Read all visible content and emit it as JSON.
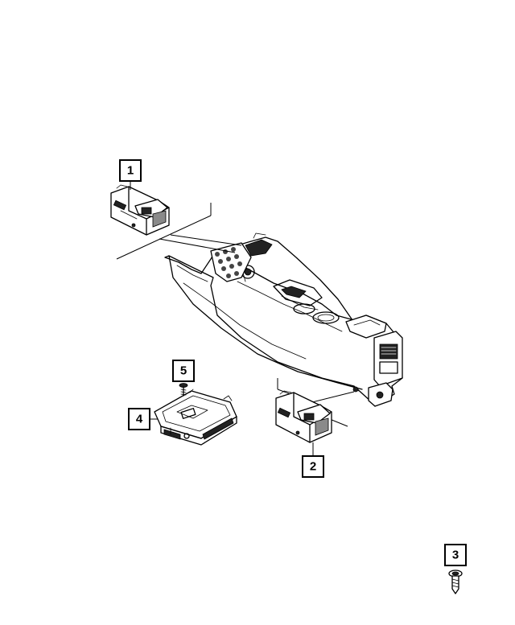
{
  "callouts": [
    {
      "id": "1",
      "label": "1"
    },
    {
      "id": "2",
      "label": "2"
    },
    {
      "id": "3",
      "label": "3"
    },
    {
      "id": "4",
      "label": "4"
    },
    {
      "id": "5",
      "label": "5"
    }
  ],
  "colors": {
    "line": "#000000",
    "background": "#ffffff",
    "shading": "#8a8a8a"
  }
}
